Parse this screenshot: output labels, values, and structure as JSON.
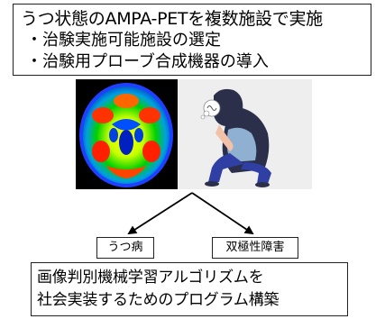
{
  "top_box": {
    "title": "うつ状態のAMPA-PETを複数施設で実施",
    "bullets": [
      "治験実施可能施設の選定",
      "治験用プローブ合成機器の導入"
    ],
    "bullet_marker": "・"
  },
  "images": {
    "brain_scan": "pet-brain-scan-image",
    "person": "depressed-person-illustration"
  },
  "branches": {
    "left_label": "うつ病",
    "right_label": "双極性障害"
  },
  "bottom_box": {
    "lines": [
      "画像判別機械学習アルゴリズムを",
      "社会実装するためのプログラム構築"
    ]
  },
  "colors": {
    "border": "#222222",
    "person_hair": "#2b2f4a",
    "person_skin": "#f2c1a8",
    "person_pants": "#2f3fa3",
    "person_top": "#8fb0d0"
  }
}
